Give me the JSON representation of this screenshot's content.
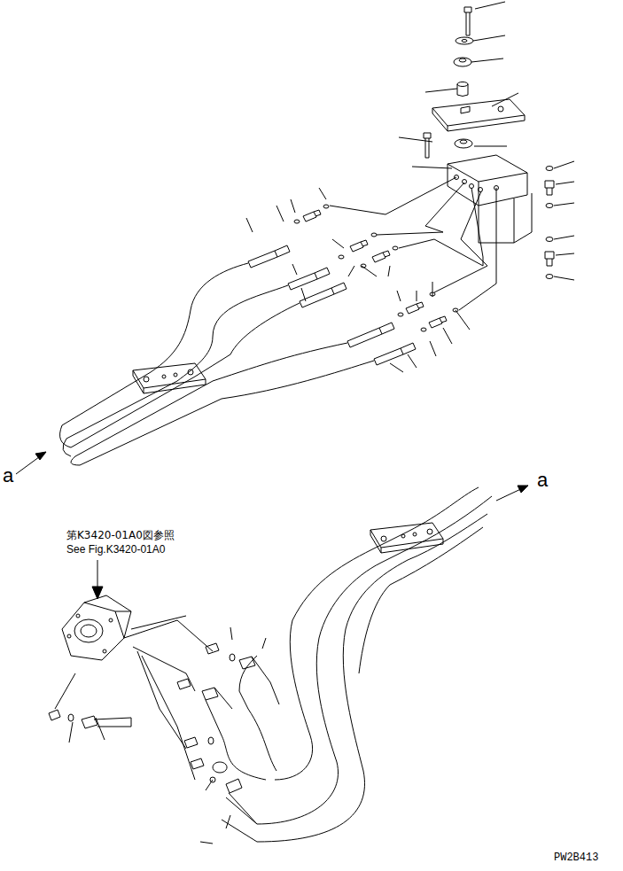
{
  "diagram": {
    "labels": [
      "a",
      "a",
      "第K3420-01A0図参照",
      "See Fig.K3420-01A0",
      "PW2B413"
    ]
  }
}
